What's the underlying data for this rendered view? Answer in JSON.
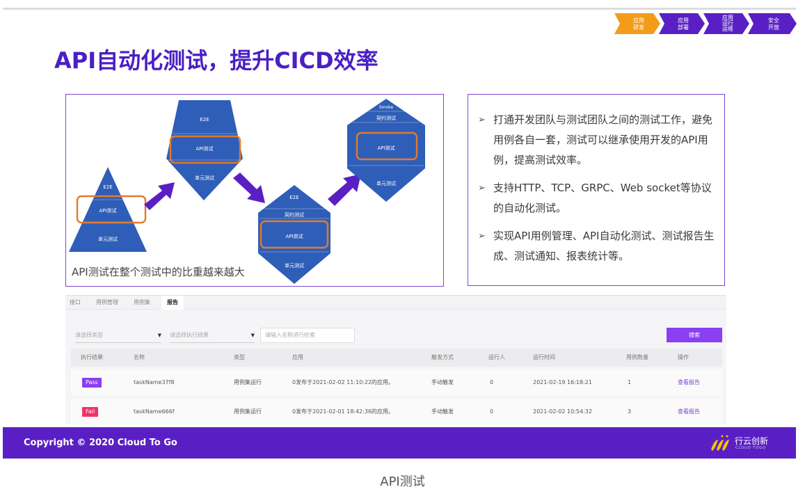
{
  "header": {
    "steps": [
      {
        "line1": "应用",
        "line2": "研发",
        "line3": ""
      },
      {
        "line1": "应用",
        "line2": "部署",
        "line3": ""
      },
      {
        "line1": "应用",
        "line2": "运行",
        "line3": "运维"
      },
      {
        "line1": "安全",
        "line2": "开放",
        "line3": ""
      }
    ],
    "step_colors": [
      "#f39c1a",
      "#5a1fc4"
    ],
    "title": "API自动化测试，提升CICD效率"
  },
  "diagram": {
    "caption": "API测试在整个测试中的比重越来越大",
    "pyramid1": {
      "top": "E2E",
      "mid": "API测试",
      "bottom": "单元测试"
    },
    "pyramid2": {
      "top": "E2E",
      "mid": "API测试",
      "bottom": "单元测试"
    },
    "pyramid3": {
      "top": "E2E",
      "contract": "契约测试",
      "mid": "API测试",
      "bottom": "单元测试"
    },
    "pyramid4": {
      "top": "Smoke",
      "contract": "契约测试",
      "mid": "API测试",
      "bottom": "单元测试"
    },
    "colors": {
      "shape": "#2f5eb8",
      "highlight": "#e27a2c",
      "arrow": "#5a1fc4"
    }
  },
  "bullets": [
    "打通开发团队与测试团队之间的测试工作，避免用例各自一套，测试可以继承使用开发的API用例，提高测试效率。",
    "支持HTTP、TCP、GRPC、Web socket等协议的自动化测试。",
    "实现API用例管理、API自动化测试、测试报告生成、测试通知、报表统计等。"
  ],
  "app": {
    "tabs": [
      "接口",
      "用例管理",
      "用例集",
      "报告"
    ],
    "active_tab": "报告",
    "filters": {
      "type_placeholder": "请选择类型",
      "result_placeholder": "请选择执行结果",
      "search_placeholder": "请输入名称进行检索",
      "search_button": "搜索"
    },
    "columns": [
      "执行结果",
      "名称",
      "类型",
      "应用",
      "触发方式",
      "运行人",
      "运行时间",
      "用例数量",
      "操作"
    ],
    "rows": [
      {
        "result": "Pass",
        "name": "taskName37f8",
        "type": "用例集运行",
        "app": "0发布于2021-02-02 11:10:22的应用。",
        "trigger": "手动触发",
        "runner": "0",
        "time": "2021-02-19 16:18:21",
        "count": "1",
        "action": "查看报告"
      },
      {
        "result": "Fail",
        "name": "taskName666f",
        "type": "用例集运行",
        "app": "0发布于2021-02-01 18:42:36的应用。",
        "trigger": "手动触发",
        "runner": "0",
        "time": "2021-02-02 10:54:32",
        "count": "3",
        "action": "查看报告"
      }
    ],
    "colors": {
      "pass": "#8a3ff0",
      "fail": "#f0336a",
      "accent": "#8a3ff0"
    }
  },
  "footer": {
    "copyright": "Copyright © 2020 Cloud To Go",
    "logo_text": "行云创新",
    "logo_sub": "CLOUD·TOGO"
  },
  "page_caption": "API测试"
}
